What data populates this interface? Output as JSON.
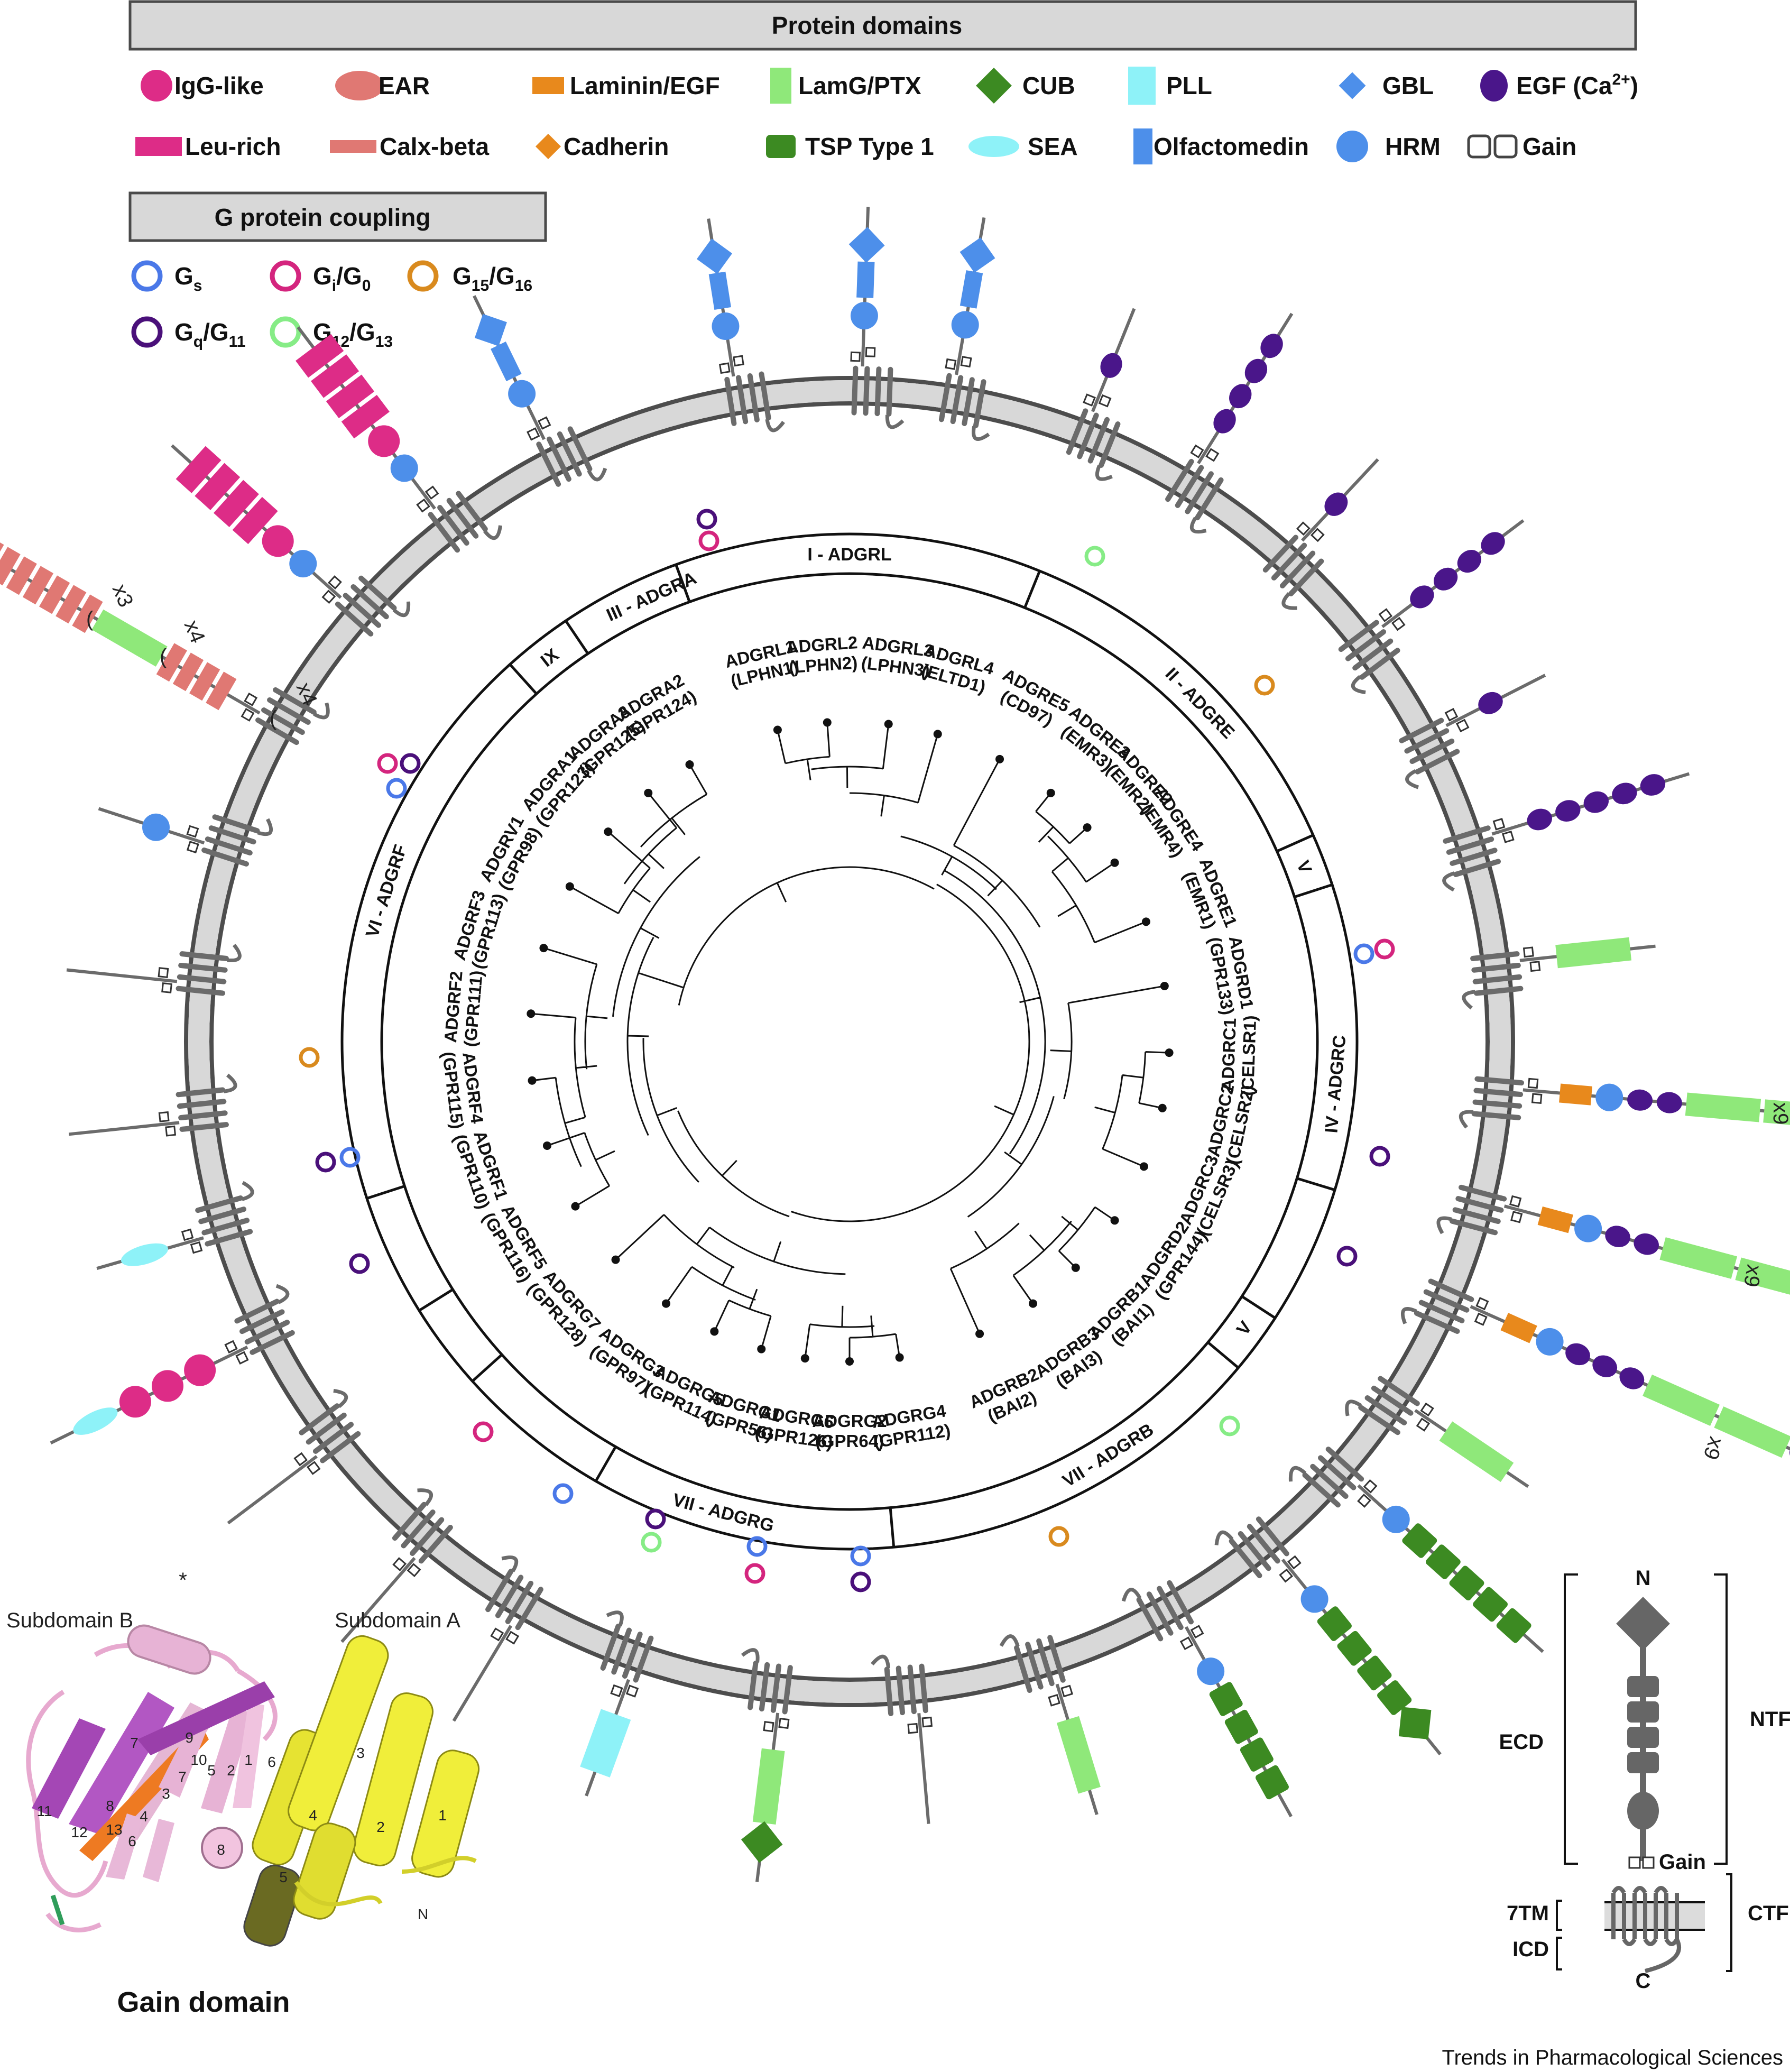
{
  "legend": {
    "protein_domains_title": "Protein domains",
    "domains": [
      {
        "key": "igg",
        "label": "IgG-like",
        "color": "#dd2c87"
      },
      {
        "key": "ear",
        "label": "EAR",
        "color": "#e07873"
      },
      {
        "key": "laminin",
        "label": "Laminin/EGF",
        "color": "#e8891c"
      },
      {
        "key": "lamg",
        "label": "LamG/PTX",
        "color": "#8fe87a"
      },
      {
        "key": "cub",
        "label": "CUB",
        "color": "#3c8a22"
      },
      {
        "key": "pll",
        "label": "PLL",
        "color": "#8ef2f8"
      },
      {
        "key": "gbl",
        "label": "GBL",
        "color": "#4d8fea"
      },
      {
        "key": "egf",
        "label": "EGF (Ca",
        "egf_sup": "2+",
        "egf_close": ")",
        "color": "#4a168a"
      },
      {
        "key": "leurich",
        "label": "Leu-rich",
        "color": "#dd2c87"
      },
      {
        "key": "calx",
        "label": "Calx-beta",
        "color": "#e07873"
      },
      {
        "key": "cadherin",
        "label": "Cadherin",
        "color": "#e8891c"
      },
      {
        "key": "tsp",
        "label": "TSP Type 1",
        "color": "#3c8a22"
      },
      {
        "key": "sea",
        "label": "SEA",
        "color": "#8ef2f8"
      },
      {
        "key": "olf",
        "label": "Olfactomedin",
        "color": "#4d8fea"
      },
      {
        "key": "hrm",
        "label": "HRM",
        "color": "#4d8fea"
      },
      {
        "key": "gain",
        "label": "Gain",
        "color": "#555555"
      }
    ],
    "gprotein_title": "G protein coupling",
    "gproteins": [
      {
        "key": "gs",
        "base": "G",
        "sub": "s",
        "rest": "",
        "color": "#4a78e8"
      },
      {
        "key": "gi",
        "base": "G",
        "sub": "i",
        "rest": "/G",
        "sub2": "0",
        "color": "#d4257e"
      },
      {
        "key": "g15",
        "base": "G",
        "sub": "15",
        "rest": "/G",
        "sub2": "16",
        "color": "#d98a1e"
      },
      {
        "key": "gq",
        "base": "G",
        "sub": "q",
        "rest": "/G",
        "sub2": "11",
        "color": "#4a107a"
      },
      {
        "key": "g12",
        "base": "G",
        "sub": "12",
        "rest": "/G",
        "sub2": "13",
        "color": "#86ec86"
      }
    ]
  },
  "tree": {
    "families": [
      "I - ADGRL",
      "II - ADGRE",
      "V",
      "IV - ADGRC",
      "V",
      "VII - ADGRB",
      "VII - ADGRG",
      "VI - ADGRF",
      "IX",
      "III - ADGRA"
    ],
    "leaves": [
      {
        "name": "ADGRL1",
        "alias": "(LPHN1)"
      },
      {
        "name": "ADGRL2",
        "alias": "(LPHN2)"
      },
      {
        "name": "ADGRL3",
        "alias": "(LPHN3)"
      },
      {
        "name": "ADGRL4",
        "alias": "(ELTD1)"
      },
      {
        "name": "ADGRE5",
        "alias": "(CD97)"
      },
      {
        "name": "ADGRE3",
        "alias": "(EMR3)"
      },
      {
        "name": "ADGRE2",
        "alias": "(EMR2)"
      },
      {
        "name": "ADGRE4",
        "alias": "(EMR4)"
      },
      {
        "name": "ADGRE1",
        "alias": "(EMR1)"
      },
      {
        "name": "ADGRD1",
        "alias": "(GPR133)"
      },
      {
        "name": "ADGRC1",
        "alias": "(CELSR1)"
      },
      {
        "name": "ADGRC2",
        "alias": "(CELSR2)"
      },
      {
        "name": "ADGRC3",
        "alias": "(CELSR3)"
      },
      {
        "name": "ADGRD2",
        "alias": "(GPR144)"
      },
      {
        "name": "ADGRB1",
        "alias": "(BAI1)"
      },
      {
        "name": "ADGRB3",
        "alias": "(BAI3)"
      },
      {
        "name": "ADGRB2",
        "alias": "(BAI2)"
      },
      {
        "name": "ADGRG4",
        "alias": "(GPR112)"
      },
      {
        "name": "ADGRG2",
        "alias": "(GPR64)"
      },
      {
        "name": "ADGRG6",
        "alias": "(GPR126)"
      },
      {
        "name": "ADGRG1",
        "alias": "(GPR56)"
      },
      {
        "name": "ADGRG5",
        "alias": "(GPR114)"
      },
      {
        "name": "ADGRG3",
        "alias": "(GPR97)"
      },
      {
        "name": "ADGRG7",
        "alias": "(GPR128)"
      },
      {
        "name": "ADGRF5",
        "alias": "(GPR116)"
      },
      {
        "name": "ADGRF1",
        "alias": "(GPR110)"
      },
      {
        "name": "ADGRF4",
        "alias": "(GPR115)"
      },
      {
        "name": "ADGRF2",
        "alias": "(GPR111)"
      },
      {
        "name": "ADGRF3",
        "alias": "(GPR113)"
      },
      {
        "name": "ADGRV1",
        "alias": "(GPR98)"
      },
      {
        "name": "ADGRA1",
        "alias": "(GPR123)"
      },
      {
        "name": "ADGRA3",
        "alias": "(GPR125)"
      },
      {
        "name": "ADGRA2",
        "alias": "(GPR124)"
      }
    ]
  },
  "repeat_labels": {
    "x3": "x3",
    "x4": "x4",
    "x9": "x9"
  },
  "gain_domain": {
    "subdomain_b": "Subdomain B",
    "subdomain_a": "Subdomain A",
    "title": "Gain domain",
    "star": "*",
    "n_label": "N",
    "strand_numbers": [
      "7",
      "9",
      "10",
      "1",
      "2",
      "5",
      "7",
      "3",
      "8",
      "13",
      "11",
      "12",
      "4",
      "6",
      "8"
    ],
    "helix_numbers": [
      "6",
      "3",
      "4",
      "2",
      "1",
      "5"
    ]
  },
  "schematic": {
    "n": "N",
    "c": "C",
    "ecd": "ECD",
    "ntf": "NTF",
    "gain": "Gain",
    "tm": "7TM",
    "ctf": "CTF",
    "icd": "ICD"
  },
  "credit": "Trends in Pharmacological Sciences"
}
